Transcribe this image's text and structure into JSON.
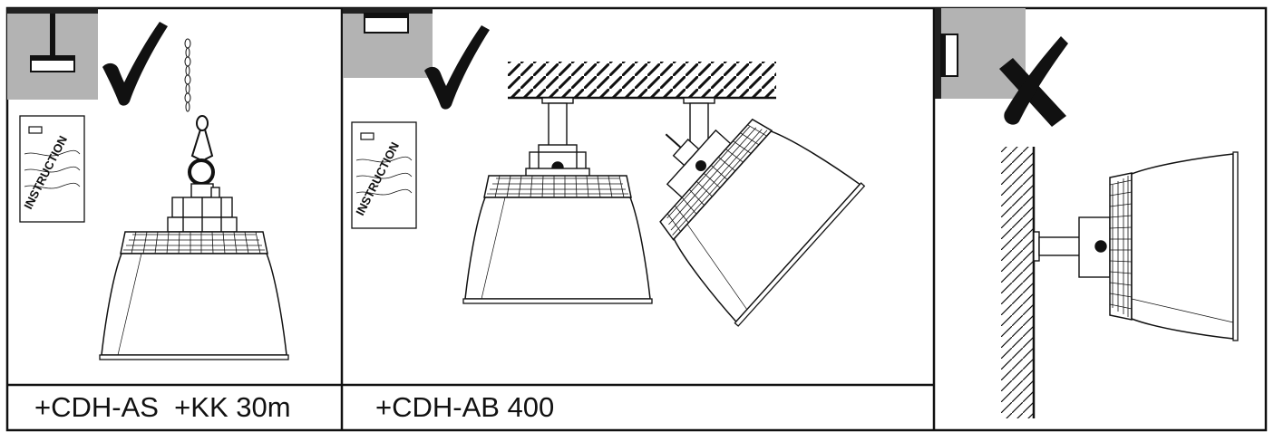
{
  "panels": [
    {
      "id": "pendant",
      "caption": "+CDH-AS  +KK 30m",
      "status": "allowed",
      "status_icon": "checkmark-icon"
    },
    {
      "id": "ceiling-bracket",
      "caption": "+CDH-AB 400",
      "status": "allowed",
      "status_icon": "checkmark-icon"
    },
    {
      "id": "wall-bracket",
      "caption": "",
      "status": "not-allowed",
      "status_icon": "cross-icon"
    }
  ],
  "instruction_sheet": {
    "label": "INSTRUCTION"
  },
  "colors": {
    "ink": "#111111",
    "mount_box": "#b3b3b3",
    "dark_bar": "#222222"
  }
}
